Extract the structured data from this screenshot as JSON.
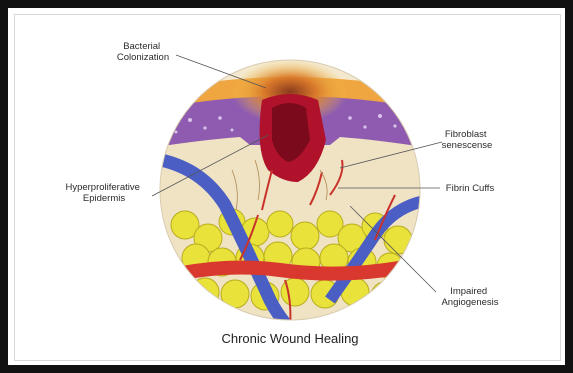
{
  "diagram": {
    "caption": "Chronic Wound Healing",
    "labels": {
      "bacterial_colonization": [
        "Bacterial",
        "Colonization"
      ],
      "hyperproliferative_epidermis": [
        "Hyperproliferative",
        "Epidermis"
      ],
      "fibroblast_senescence": [
        "Fibroblast",
        "senescense"
      ],
      "fibrin_cuffs": [
        "Fibrin Cuffs"
      ],
      "impaired_angiogenesis": [
        "Impaired",
        "Angiogenesis"
      ]
    }
  },
  "colors": {
    "frame": "#111111",
    "epidermis": "#8e5bb0",
    "dermis": "#efe3c4",
    "wound": "#b0122b",
    "bacteria": "#e8b030",
    "fat": "#e8e23a",
    "vein": "#4a5ec4",
    "artery": "#d8382e"
  }
}
